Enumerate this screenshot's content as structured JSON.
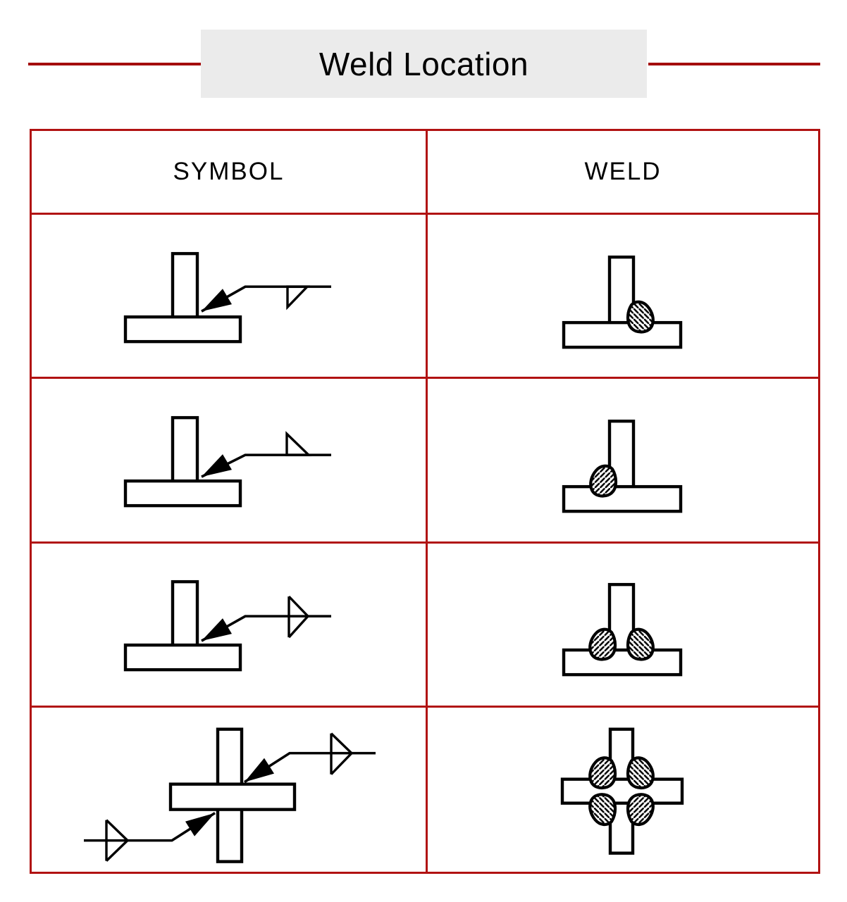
{
  "title": {
    "text": "Weld Location"
  },
  "table": {
    "headers": [
      {
        "id": "symbol",
        "label": "SYMBOL"
      },
      {
        "id": "weld",
        "label": "WELD"
      }
    ],
    "rows": [
      {
        "symbol_figure": "tee-joint-arrow-with-fillet-symbol-below-reference-line",
        "weld_figure": "tee-joint-with-weld-bead-on-right-arrow-side"
      },
      {
        "symbol_figure": "tee-joint-arrow-with-fillet-symbol-above-reference-line",
        "weld_figure": "tee-joint-with-weld-bead-on-left-other-side"
      },
      {
        "symbol_figure": "tee-joint-arrow-with-fillet-symbol-on-both-sides-of-reference-line",
        "weld_figure": "tee-joint-with-weld-beads-on-both-sides"
      },
      {
        "symbol_figure": "cross-joint-two-arrows-each-with-fillet-symbol-on-both-sides",
        "weld_figure": "cross-joint-with-weld-beads-in-all-four-corners"
      }
    ]
  },
  "colors": {
    "table_border": "#b11212",
    "rule_line": "#a40d0d",
    "title_band_background": "#ebebeb",
    "line_work": "#000000",
    "background": "#ffffff"
  }
}
